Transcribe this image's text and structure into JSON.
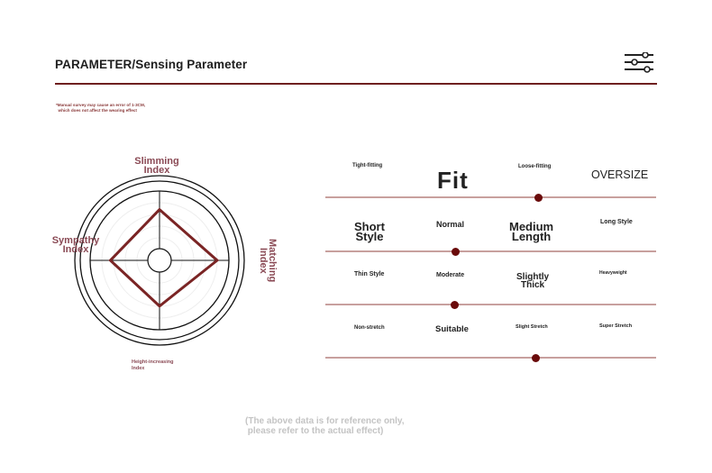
{
  "header": {
    "title": "PARAMETER/Sensing Parameter",
    "filter_icon": "sliders-icon",
    "note": "*Manual survey may cause an error of 1-3CM,\n  which does not affect the wearing effect"
  },
  "radar": {
    "labels": {
      "top": "Slimming\nIndex",
      "left": "Sympathy\nIndex",
      "right": "Matching\nIndex",
      "bottom": "Height-increasing\nIndex"
    },
    "values": {
      "top": 0.6,
      "right": 0.68,
      "bottom": 0.54,
      "left": 0.58
    },
    "line_color": "#7a2424"
  },
  "scales": [
    {
      "options": [
        "Tight-fitting",
        "Fit",
        "Loose-fitting",
        "OVERSIZE"
      ],
      "selected_position": 0.645
    },
    {
      "options": [
        "Short\nStyle",
        "Normal",
        "Medium\nLength",
        "Long Style"
      ],
      "selected_position": 0.393
    },
    {
      "options": [
        "Thin Style",
        "Moderate",
        "Slightly\nThick",
        "Heavyweight"
      ],
      "selected_position": 0.39
    },
    {
      "options": [
        "Non-stretch",
        "Suitable",
        "Slight Stretch",
        "Super Stretch"
      ],
      "selected_position": 0.637
    }
  ],
  "footer": {
    "text": "(The above data is for reference only,\n please refer to the actual effect)"
  },
  "colors": {
    "accent": "#6e1f1f",
    "label": "#8a4a55",
    "scale_line": "#c8a09e",
    "dot": "#6a0b0b"
  }
}
